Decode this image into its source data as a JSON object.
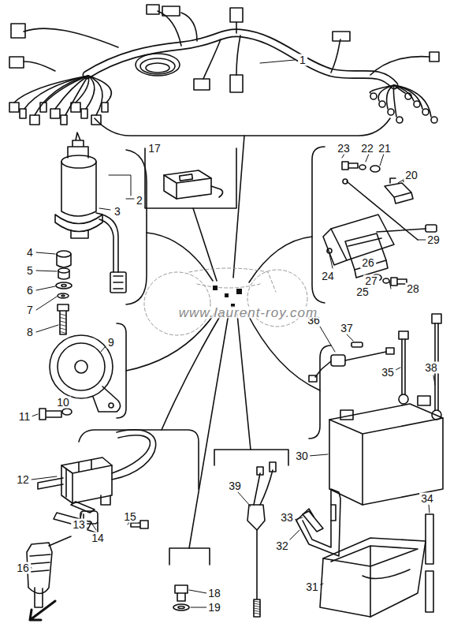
{
  "diagram": {
    "labels": [
      "1",
      "17",
      "23",
      "22",
      "21",
      "20",
      "2",
      "3",
      "4",
      "5",
      "6",
      "7",
      "8",
      "29",
      "24",
      "26",
      "25",
      "27",
      "28",
      "36",
      "37",
      "35",
      "38",
      "9",
      "10",
      "11",
      "30",
      "12",
      "13",
      "14",
      "15",
      "16",
      "39",
      "33",
      "32",
      "34",
      "31",
      "18",
      "19",
      "www.laurent-roy.com"
    ]
  }
}
